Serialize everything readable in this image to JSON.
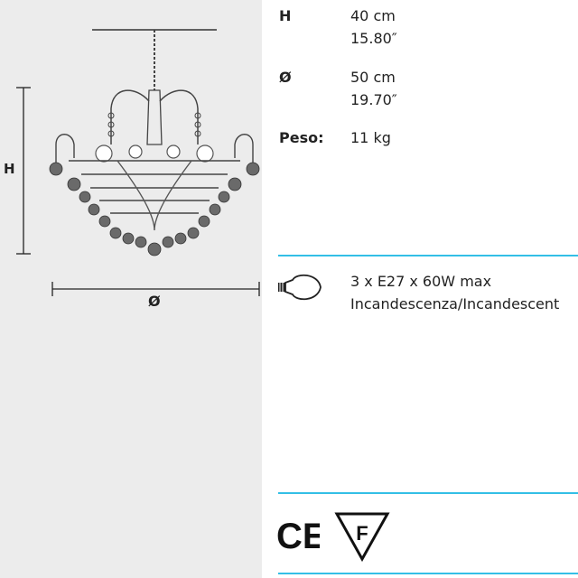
{
  "dimension_labels": {
    "height": "H",
    "diameter": "Ø"
  },
  "specs": [
    {
      "key": "H",
      "values": [
        "40 cm",
        "15.80″"
      ]
    },
    {
      "key": "Ø",
      "values": [
        "50 cm",
        "19.70″"
      ]
    },
    {
      "key": "Peso:",
      "values": [
        "11 kg"
      ]
    }
  ],
  "bulb": {
    "icon": "light-bulb-icon",
    "line1": "3 x E27 x 60W max",
    "line2": "Incandescenza/Incandescent"
  },
  "certifications": {
    "ce": "CE",
    "f": "F"
  },
  "colors": {
    "panel": "#ececec",
    "accent": "#33bfe6",
    "ink": "#222222"
  }
}
